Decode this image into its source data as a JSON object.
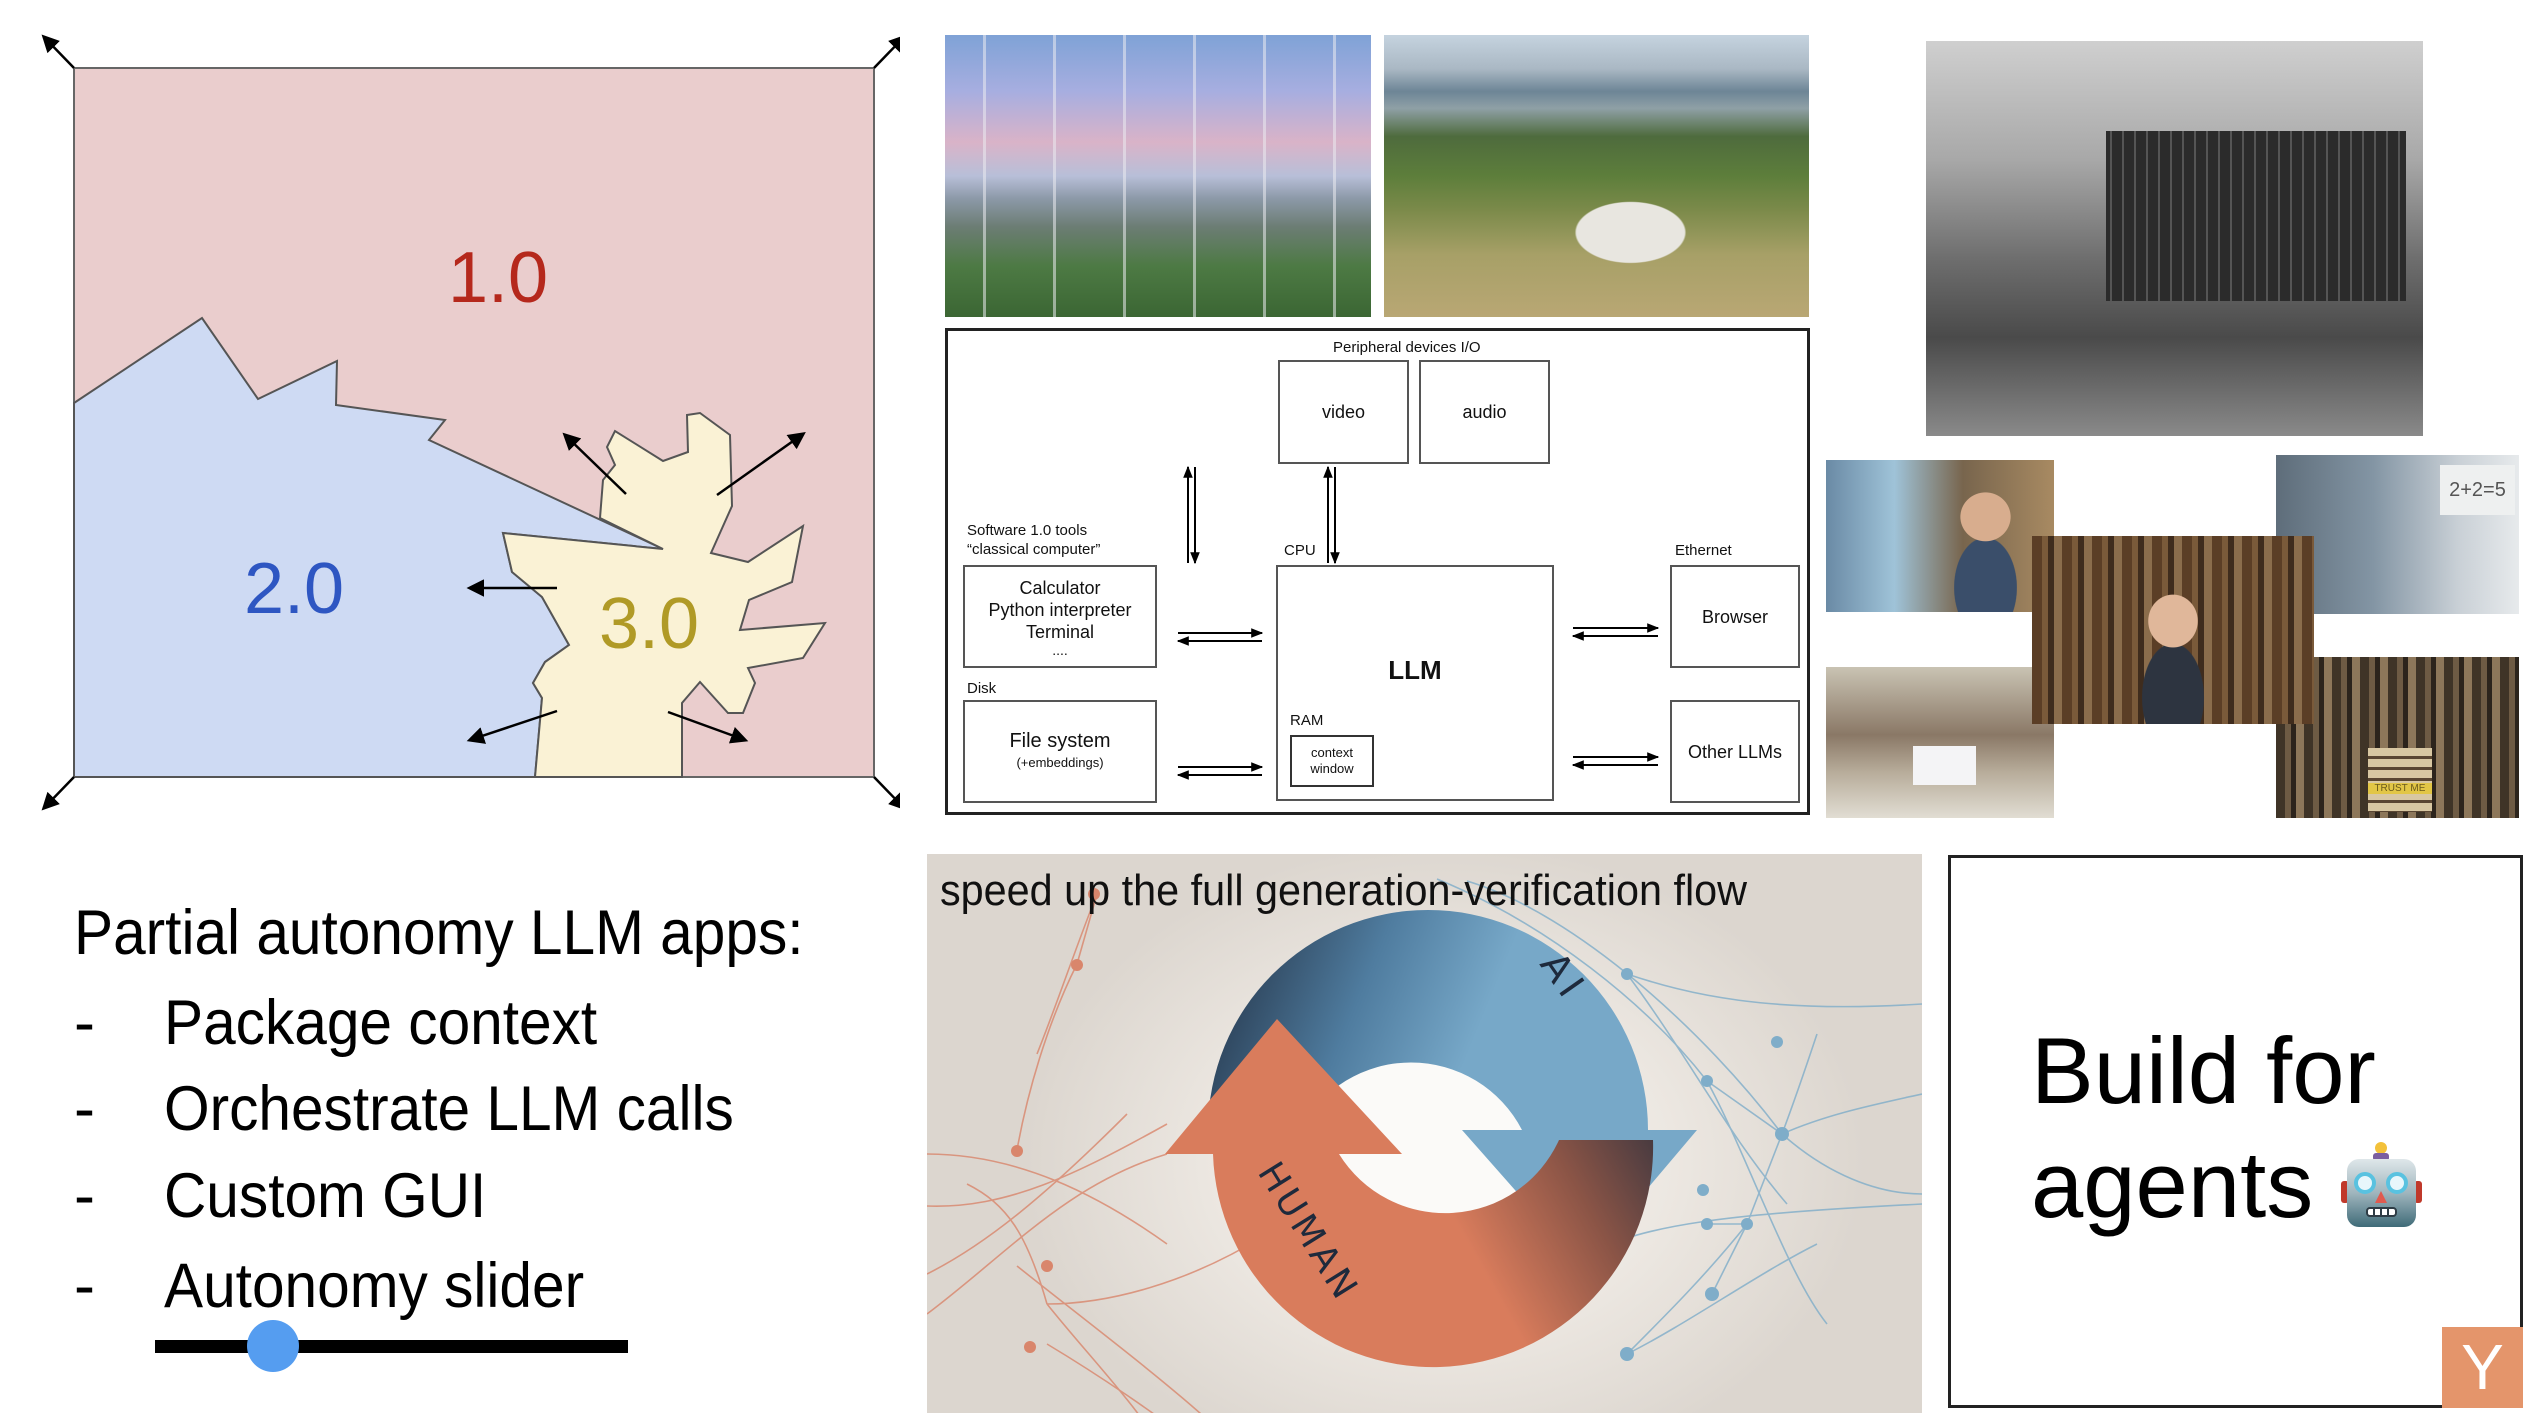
{
  "software_map": {
    "labels": {
      "v1": "1.0",
      "v2": "2.0",
      "v3": "3.0"
    },
    "colors": {
      "v1_fill": "#eacdcd",
      "v1_text": "#b5281c",
      "v2_fill": "#cedaf3",
      "v2_text": "#2e56c2",
      "v3_fill": "#faf2d5",
      "v3_text": "#b09a26"
    }
  },
  "photos": {
    "substation": "power-substation-photo",
    "datacenter": "aerial-datacenter-photo",
    "computer": "vintage-mainframe-photo",
    "students": [
      "student-with-hologram-cat",
      "student-in-library",
      "student-confused-2+2=5",
      "stressed-student-exam",
      "student-with-books"
    ],
    "whiteboard_text": "2+2=5",
    "books_label": "TRUST ME"
  },
  "diagram": {
    "peripheral_label": "Peripheral devices I/O",
    "video": "video",
    "audio": "audio",
    "software_label_line1": "Software 1.0 tools",
    "software_label_line2": "“classical computer”",
    "tools": [
      "Calculator",
      "Python interpreter",
      "Terminal",
      "...."
    ],
    "disk_label": "Disk",
    "filesystem": "File system",
    "filesystem_sub": "(+embeddings)",
    "cpu_label": "CPU",
    "llm": "LLM",
    "ram_label": "RAM",
    "context_line1": "context",
    "context_line2": "window",
    "ethernet_label": "Ethernet",
    "browser": "Browser",
    "other_llms": "Other LLMs"
  },
  "autonomy": {
    "title": "Partial autonomy LLM apps:",
    "bullet": "-",
    "items": [
      "Package context",
      "Orchestrate LLM calls",
      "Custom GUI",
      "Autonomy slider"
    ],
    "slider_value": 0.25,
    "slider_color": "#559df0"
  },
  "flow": {
    "title": "speed up the full generation-verification flow",
    "ai_label": "AI",
    "human_label": "HUMAN",
    "colors": {
      "ai": "#77a8c8",
      "human": "#d97c5c",
      "dark": "#1e2a3c"
    }
  },
  "agents": {
    "line1": "Build for",
    "line2": "agents",
    "emoji_icon": "robot-face-icon"
  },
  "logo": {
    "text": "Y",
    "color": "#e4956b"
  }
}
